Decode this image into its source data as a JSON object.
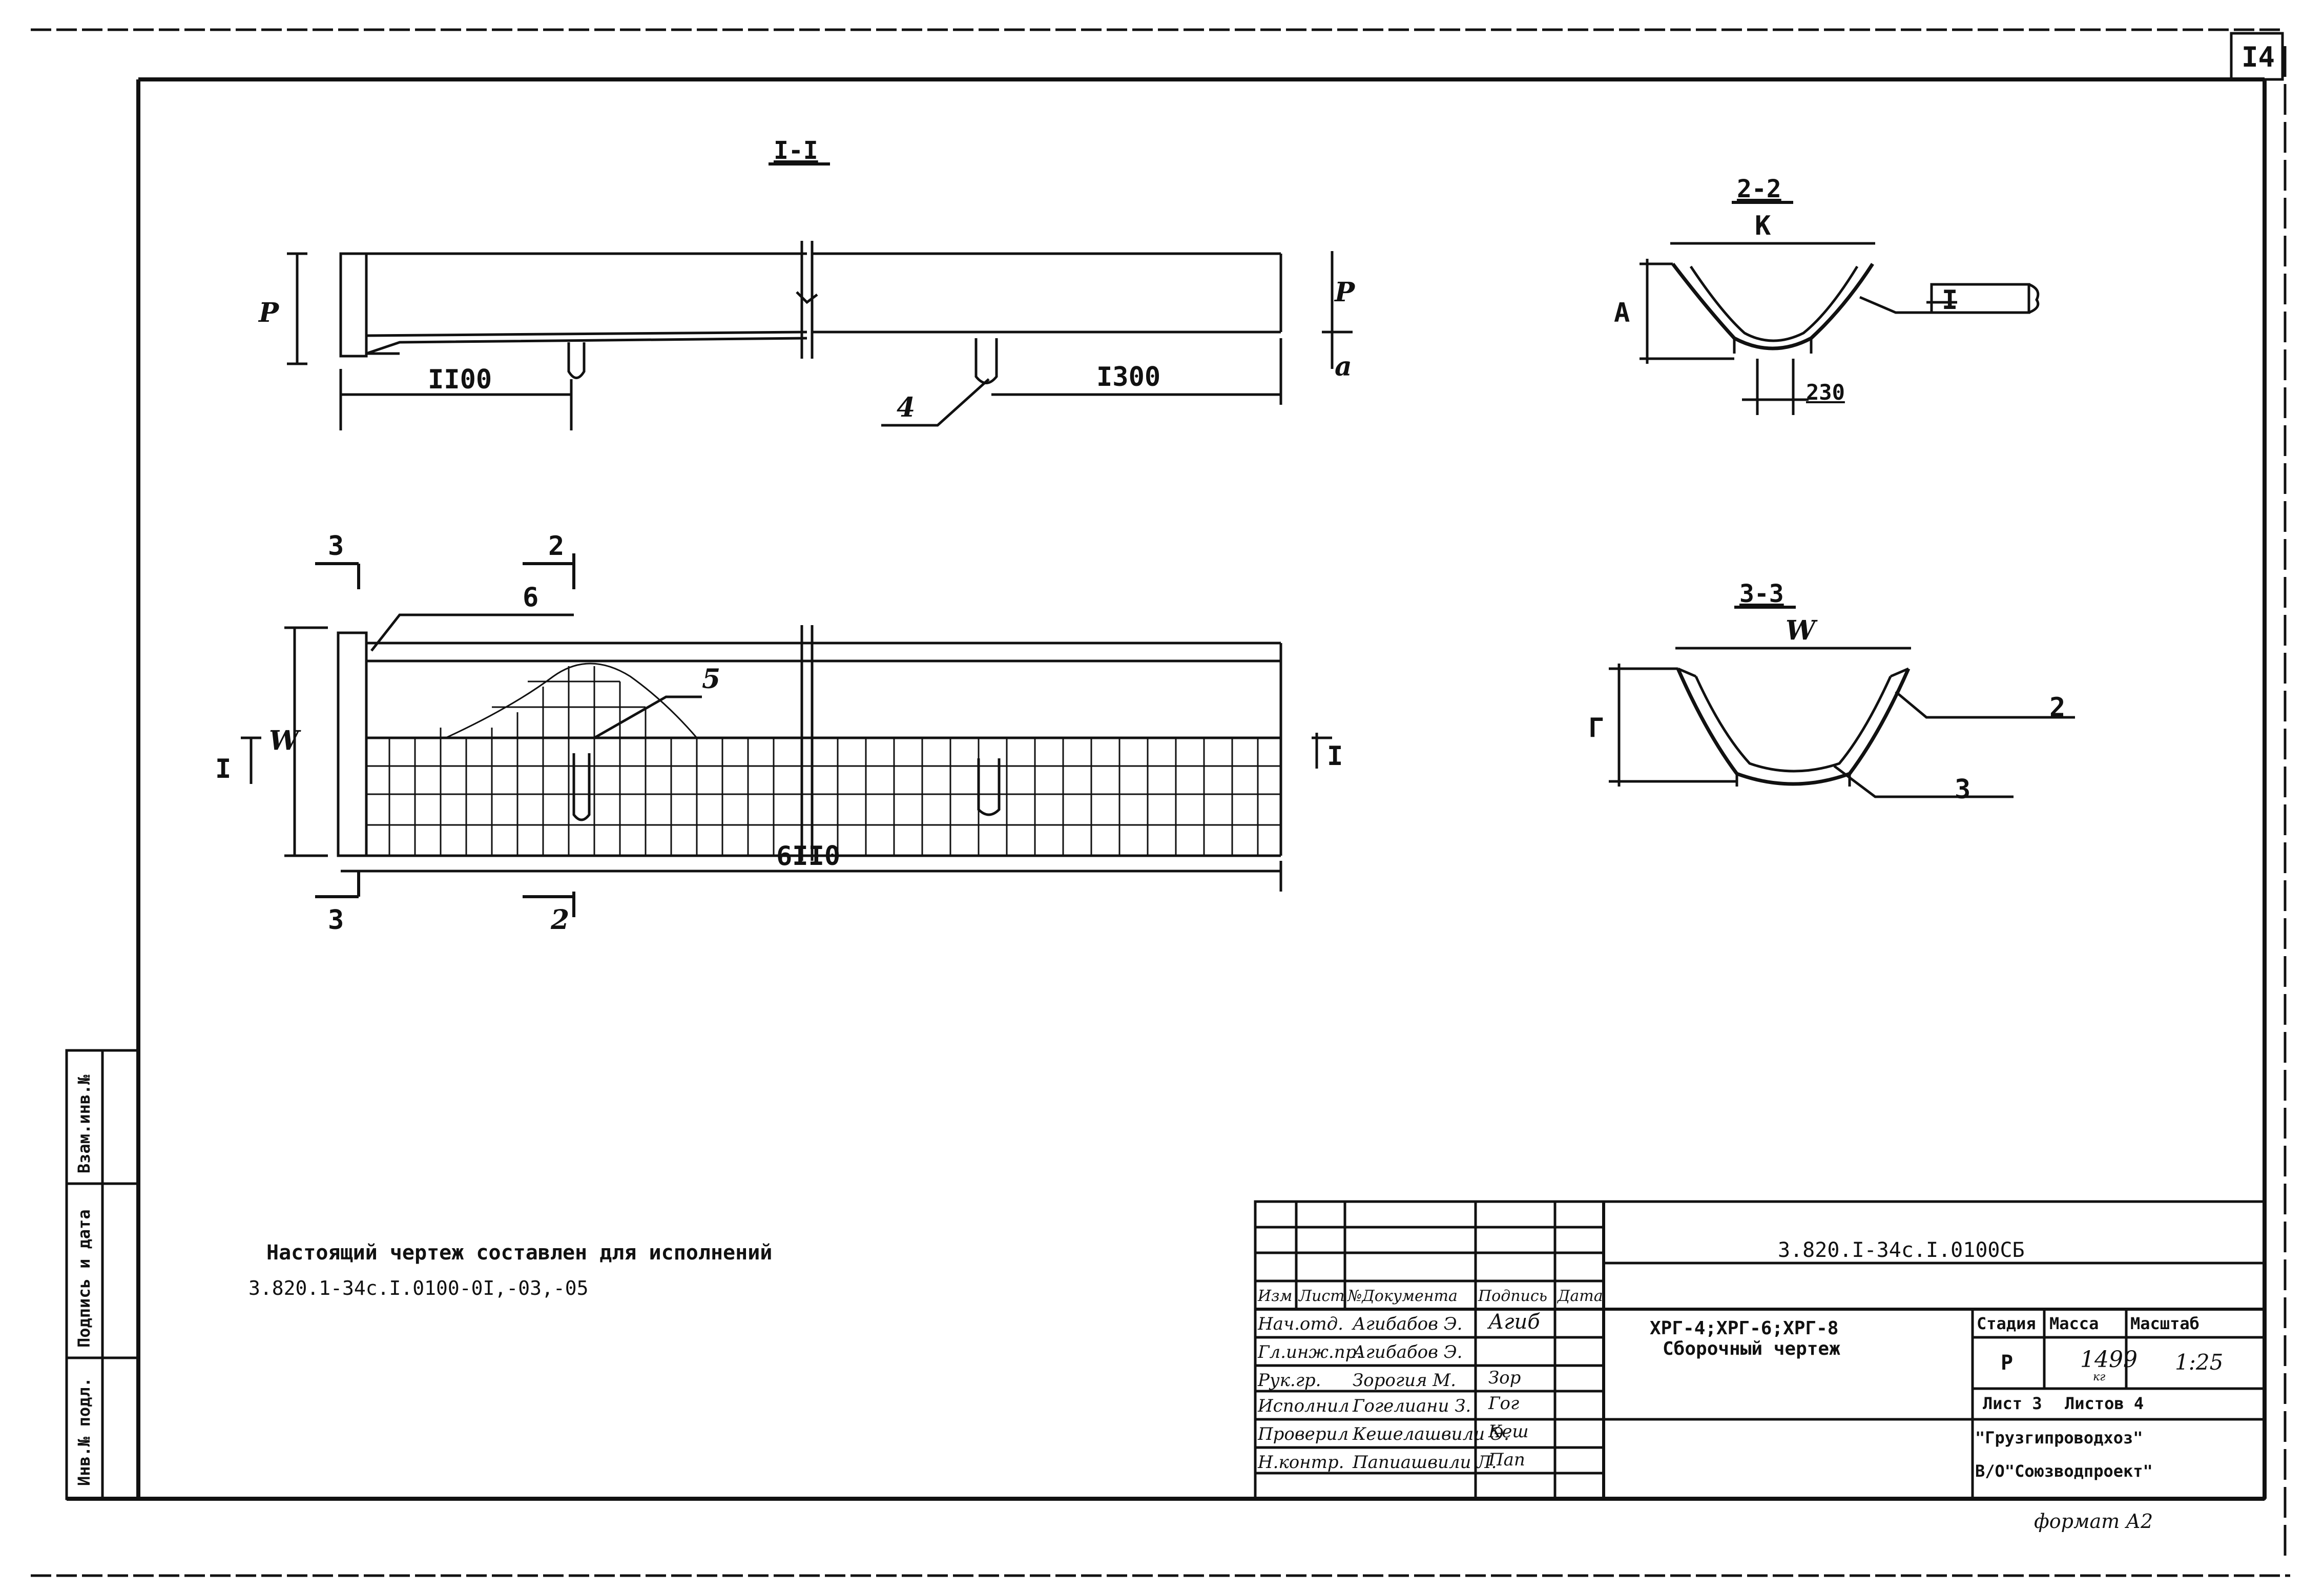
{
  "sheet_number": "I4",
  "sections": {
    "s11": "I-I",
    "s22": "2-2",
    "s33": "3-3"
  },
  "dims": {
    "d1100": "II00",
    "d1300": "I300",
    "d6110": "6II0",
    "d230": "230",
    "a_upper": "P",
    "a_lower": "a",
    "a_left": "P",
    "a_22h": "A",
    "a_22w": "K",
    "a_33w": "W",
    "a_33h": "Г",
    "a_plan_h": "W"
  },
  "callouts": {
    "c4": "4",
    "c6": "6",
    "c5": "5",
    "c2": "2",
    "c3": "3",
    "cut3_top": "3",
    "cut2_top": "2",
    "cut3_bot": "3",
    "cut2_bot": "2",
    "cutI_left": "I",
    "cutI_right": "I",
    "detail_I": "I"
  },
  "note": {
    "line1": "Настоящий чертеж составлен для исполнений",
    "line2": "3.820.1-34с.I.0100-0I,-03,-05"
  },
  "side_stamp": {
    "inv_podl": "Инв.№ подл.",
    "podp_data": "Подпись и дата",
    "vzam": "Взам.инв.№"
  },
  "title_block": {
    "doc_code": "3.820.I-34с.I.0100СБ",
    "product_line1": "ХРГ-4;ХРГ-6;ХРГ-8",
    "product_line2": "Сборочный чертеж",
    "header": {
      "izm": "Изм",
      "list": "Лист",
      "ndoc": "№Документа",
      "podp": "Подпись",
      "data": "Дата"
    },
    "people": [
      {
        "role": "Нач.отд.",
        "name": "Агибабов Э.",
        "sign": "Агиб"
      },
      {
        "role": "Гл.инж.пр.",
        "name": "Агибабов Э.",
        "sign": ""
      },
      {
        "role": "Рук.гр.",
        "name": "Зорогия М.",
        "sign": "Зор"
      },
      {
        "role": "Исполнил",
        "name": "Гогелиани З.",
        "sign": "Гог"
      },
      {
        "role": "Проверил",
        "name": "Кешелашвили Э.",
        "sign": "Кеш"
      },
      {
        "role": "Н.контр.",
        "name": "Папиашвили Л.",
        "sign": "Пап"
      }
    ],
    "stage_label": "Стадия",
    "mass_label": "Масса",
    "scale_label": "Масштаб",
    "stage": "Р",
    "mass": "1499",
    "mass_unit": "кг",
    "scale": "1:25",
    "sheet_label": "Лист 3",
    "sheets_label": "Листов 4",
    "org1": "\"Грузгипроводхоз\"",
    "org2": "В/О\"Союзводпроект\""
  },
  "format": "формат А2"
}
